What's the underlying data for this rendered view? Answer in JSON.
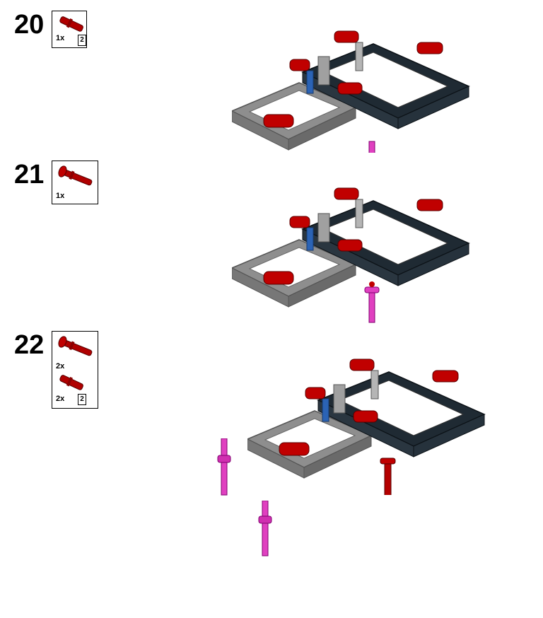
{
  "steps": [
    {
      "number": "20",
      "parts": [
        {
          "icon": "red-axle-pin-icon",
          "qty": "1x",
          "length": "2"
        }
      ]
    },
    {
      "number": "21",
      "parts": [
        {
          "icon": "red-long-pin-icon",
          "qty": "1x"
        }
      ]
    },
    {
      "number": "22",
      "parts": [
        {
          "icon": "red-long-pin-icon",
          "qty": "2x"
        },
        {
          "icon": "red-axle-pin-icon",
          "qty": "2x",
          "length": "2"
        }
      ]
    }
  ],
  "colors": {
    "frame_dark": "#1f2a33",
    "frame_light": "#9a9a9a",
    "connector_red": "#c00000",
    "pin_magenta": "#e040c0",
    "pin_blue": "#2060b0"
  }
}
